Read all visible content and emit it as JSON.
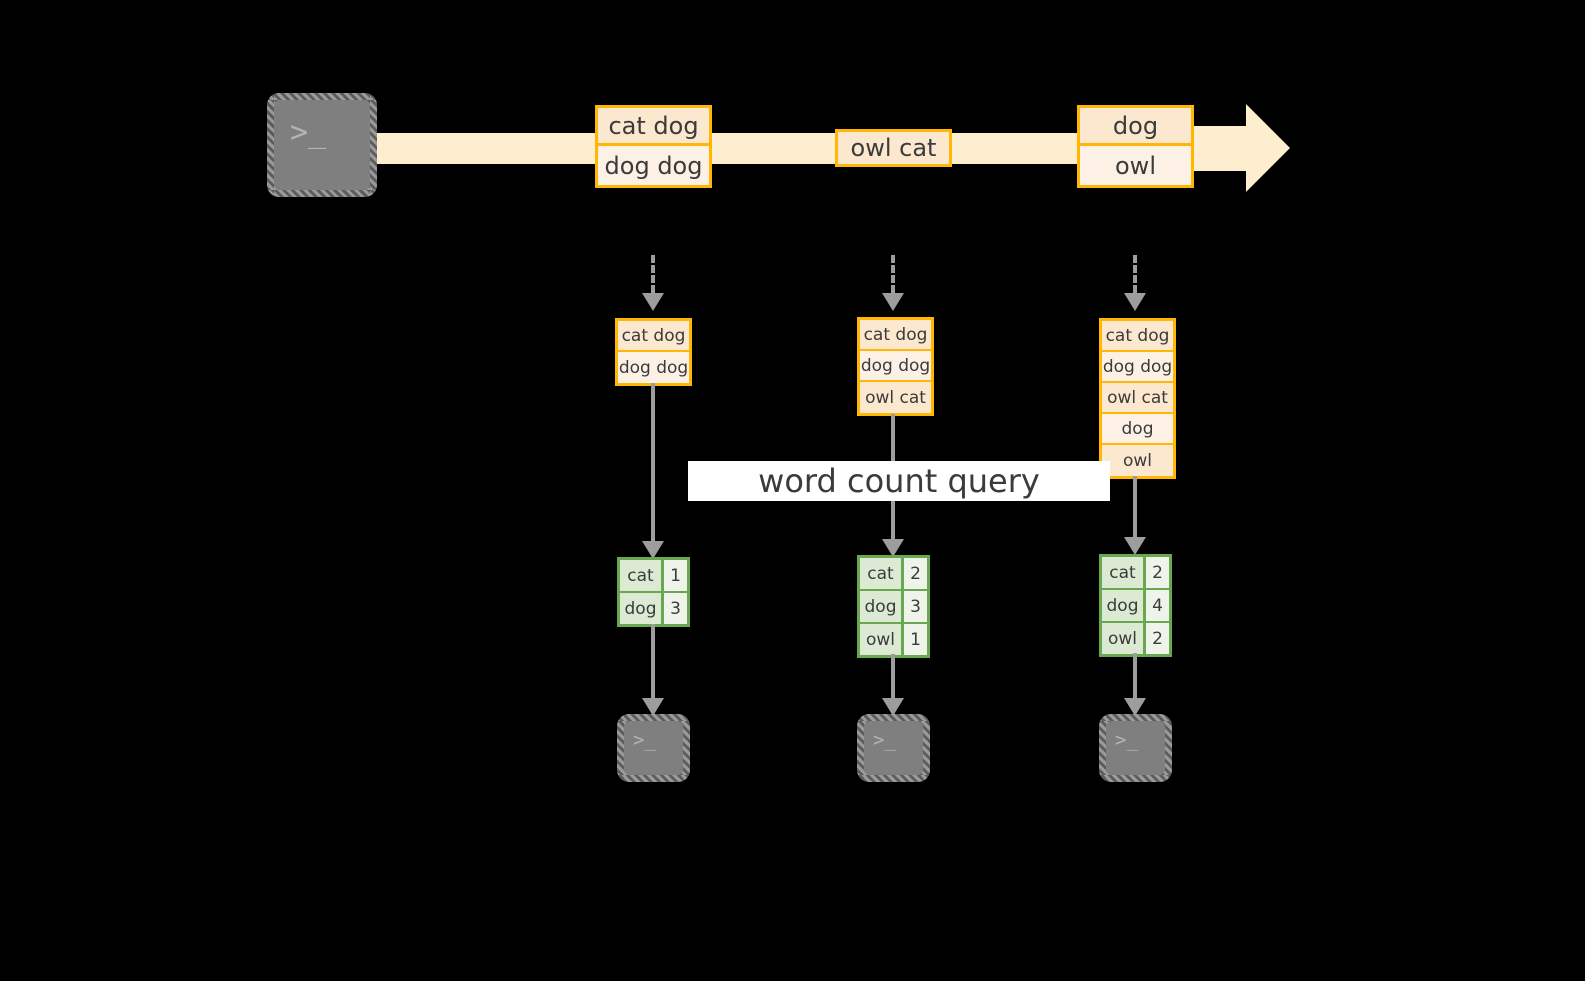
{
  "colors": {
    "stream_fill": "#fdeecf",
    "event_border": "#ffb703",
    "event_fill": "#fce7cf",
    "event_fill_alt": "#fdf1e6",
    "table_border": "#6aa84f",
    "table_key_fill": "#dce9d3",
    "table_val_fill": "#eef4ea",
    "connector": "#9d9d9d",
    "terminal_fill": "#7f7f7f",
    "label_fill": "#ffffff",
    "background": "#000000",
    "text": "#3b3b3b"
  },
  "icons": {
    "terminal_glyph": ">_",
    "producer_name": "terminal-icon",
    "consumer_name": "terminal-icon"
  },
  "stream": {
    "name": "event-stream",
    "events": [
      {
        "id": "e1",
        "lines": [
          "cat dog",
          "dog dog"
        ]
      },
      {
        "id": "e2",
        "lines": [
          "owl cat"
        ]
      },
      {
        "id": "e3",
        "lines": [
          "dog",
          "owl"
        ]
      }
    ]
  },
  "query": {
    "label": "word count query"
  },
  "columns": [
    {
      "id": "t1",
      "snapshot": [
        "cat dog",
        "dog dog"
      ],
      "result": {
        "keys": [
          "cat",
          "dog"
        ],
        "values": [
          "1",
          "3"
        ]
      }
    },
    {
      "id": "t2",
      "snapshot": [
        "cat dog",
        "dog dog",
        "owl cat"
      ],
      "result": {
        "keys": [
          "cat",
          "dog",
          "owl"
        ],
        "values": [
          "2",
          "3",
          "1"
        ]
      }
    },
    {
      "id": "t3",
      "snapshot": [
        "cat dog",
        "dog dog",
        "owl cat",
        "dog",
        "owl"
      ],
      "result": {
        "keys": [
          "cat",
          "dog",
          "owl"
        ],
        "values": [
          "2",
          "4",
          "2"
        ]
      }
    }
  ]
}
